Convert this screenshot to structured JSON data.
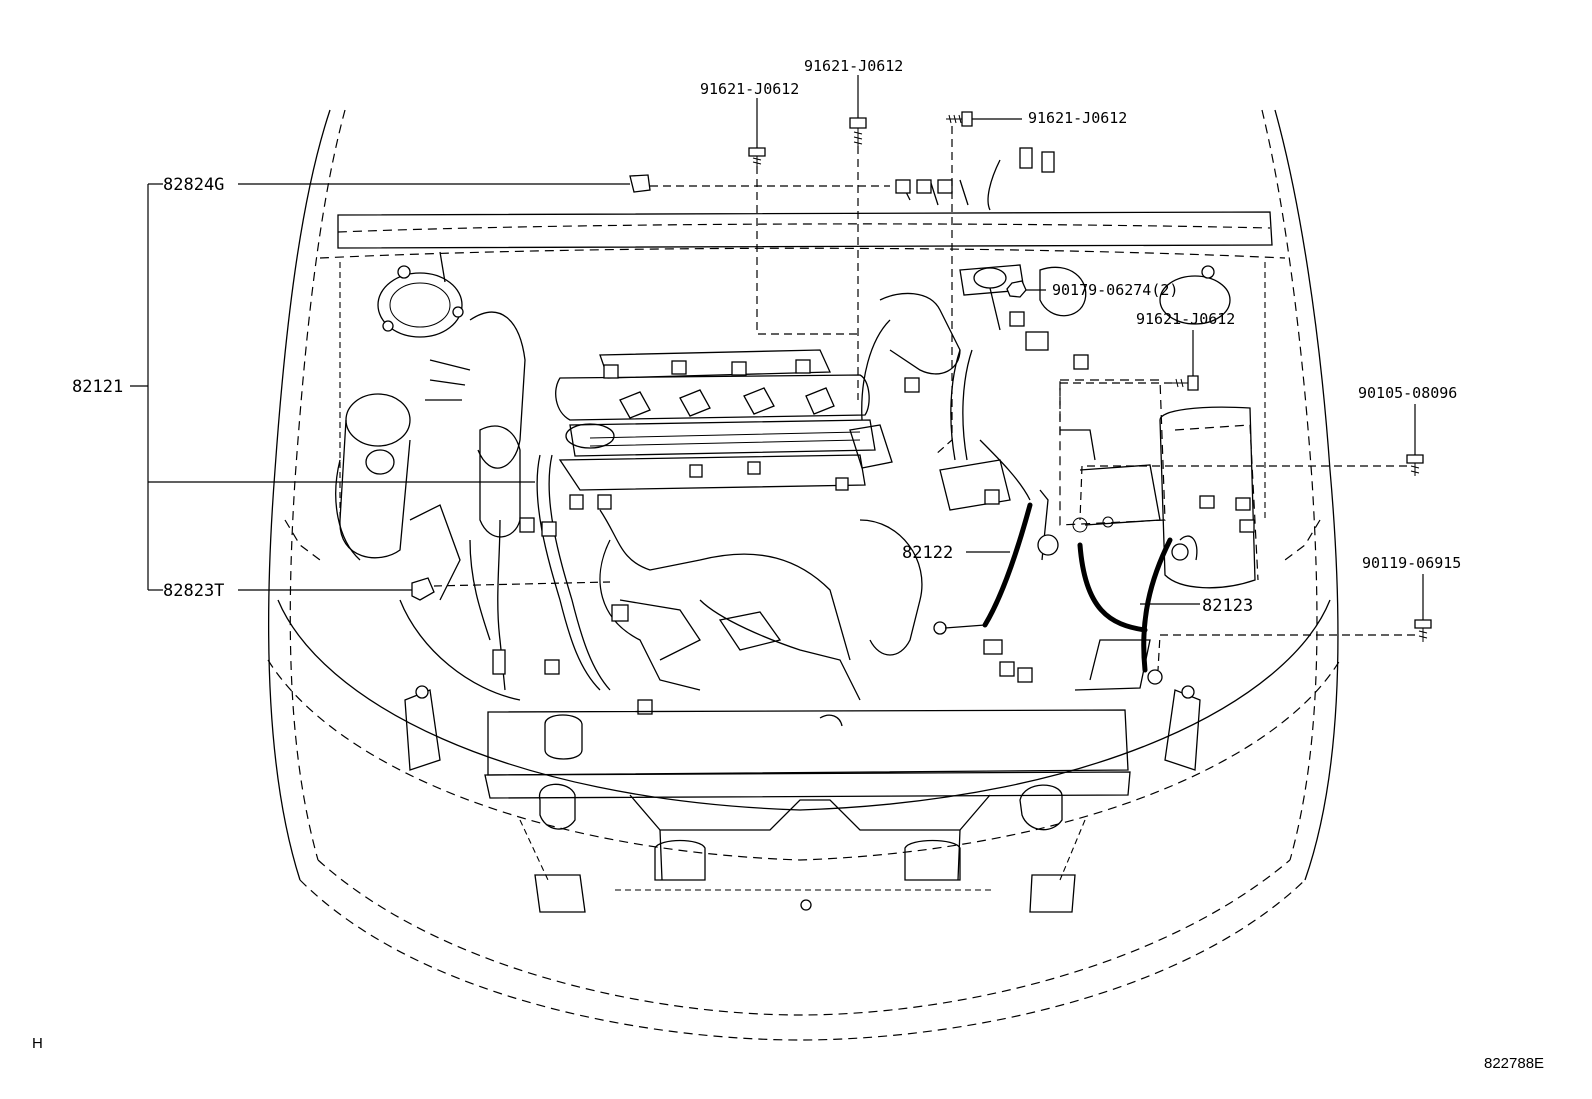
{
  "labels": {
    "bolt_top_left": "91621-J0612",
    "bolt_top_mid": "91621-J0612",
    "bolt_top_right": "91621-J0612",
    "clip_82824g": "82824G",
    "harness_82121": "82121",
    "clamp_82823t": "82823T",
    "nut_90179": "90179-06274(2)",
    "bolt_right_mid": "91621-J0612",
    "bolt_90105": "90105-08096",
    "cable_82122": "82122",
    "bolt_90119": "90119-06915",
    "cable_82123": "82123"
  },
  "corner_mark": "H",
  "diagram_number": "822788E"
}
